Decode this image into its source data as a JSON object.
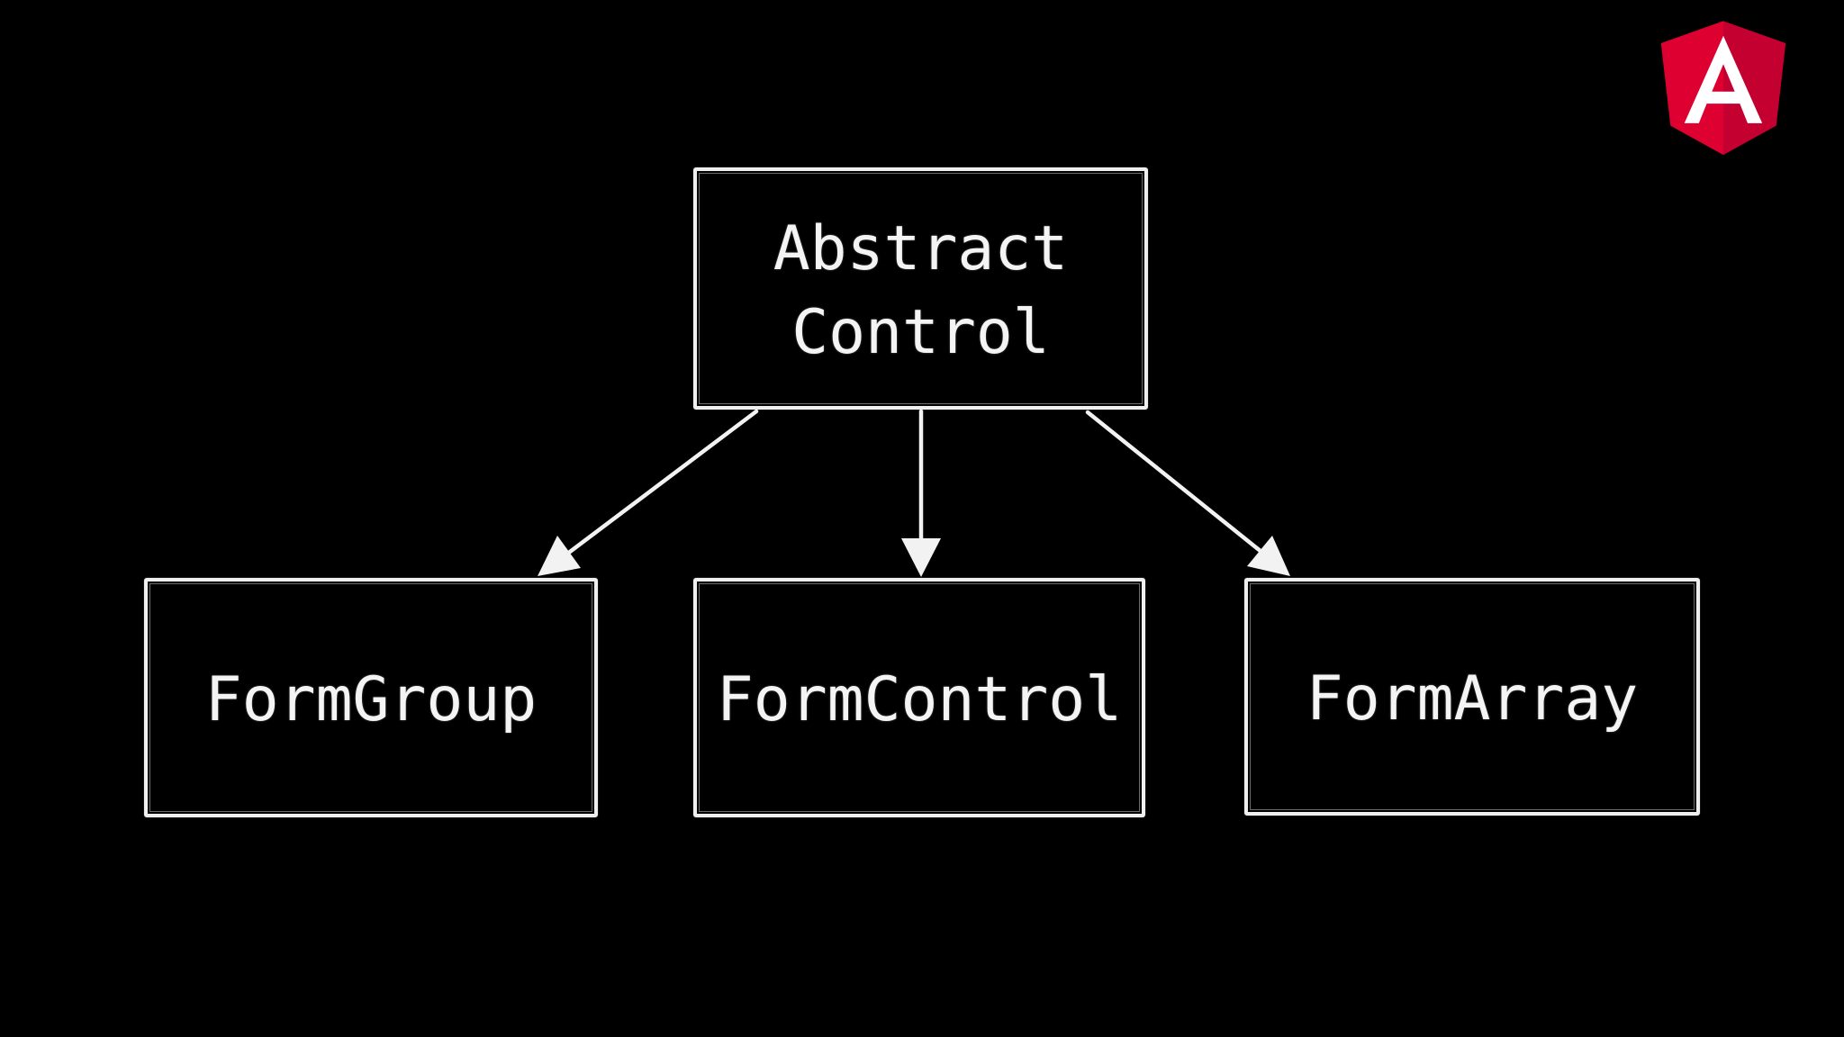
{
  "page": {
    "background_color": "#000000"
  },
  "logo": {
    "name": "Angular",
    "letter": "A",
    "colors": {
      "shield_left": "#DD0031",
      "shield_right": "#C3002F",
      "letter": "#FFFFFF"
    }
  },
  "diagram": {
    "type": "class-hierarchy",
    "stroke_color": "#f2f2f2",
    "nodes": {
      "abstract_control": {
        "id": "abstract-control",
        "label": "Abstract\nControl"
      },
      "form_group": {
        "id": "form-group",
        "label": "FormGroup"
      },
      "form_control": {
        "id": "form-control",
        "label": "FormControl"
      },
      "form_array": {
        "id": "form-array",
        "label": "FormArray"
      }
    },
    "edges": [
      {
        "from": "abstract-control",
        "to": "form-group",
        "direction": "down-left"
      },
      {
        "from": "abstract-control",
        "to": "form-control",
        "direction": "down"
      },
      {
        "from": "abstract-control",
        "to": "form-array",
        "direction": "down-right"
      }
    ]
  }
}
